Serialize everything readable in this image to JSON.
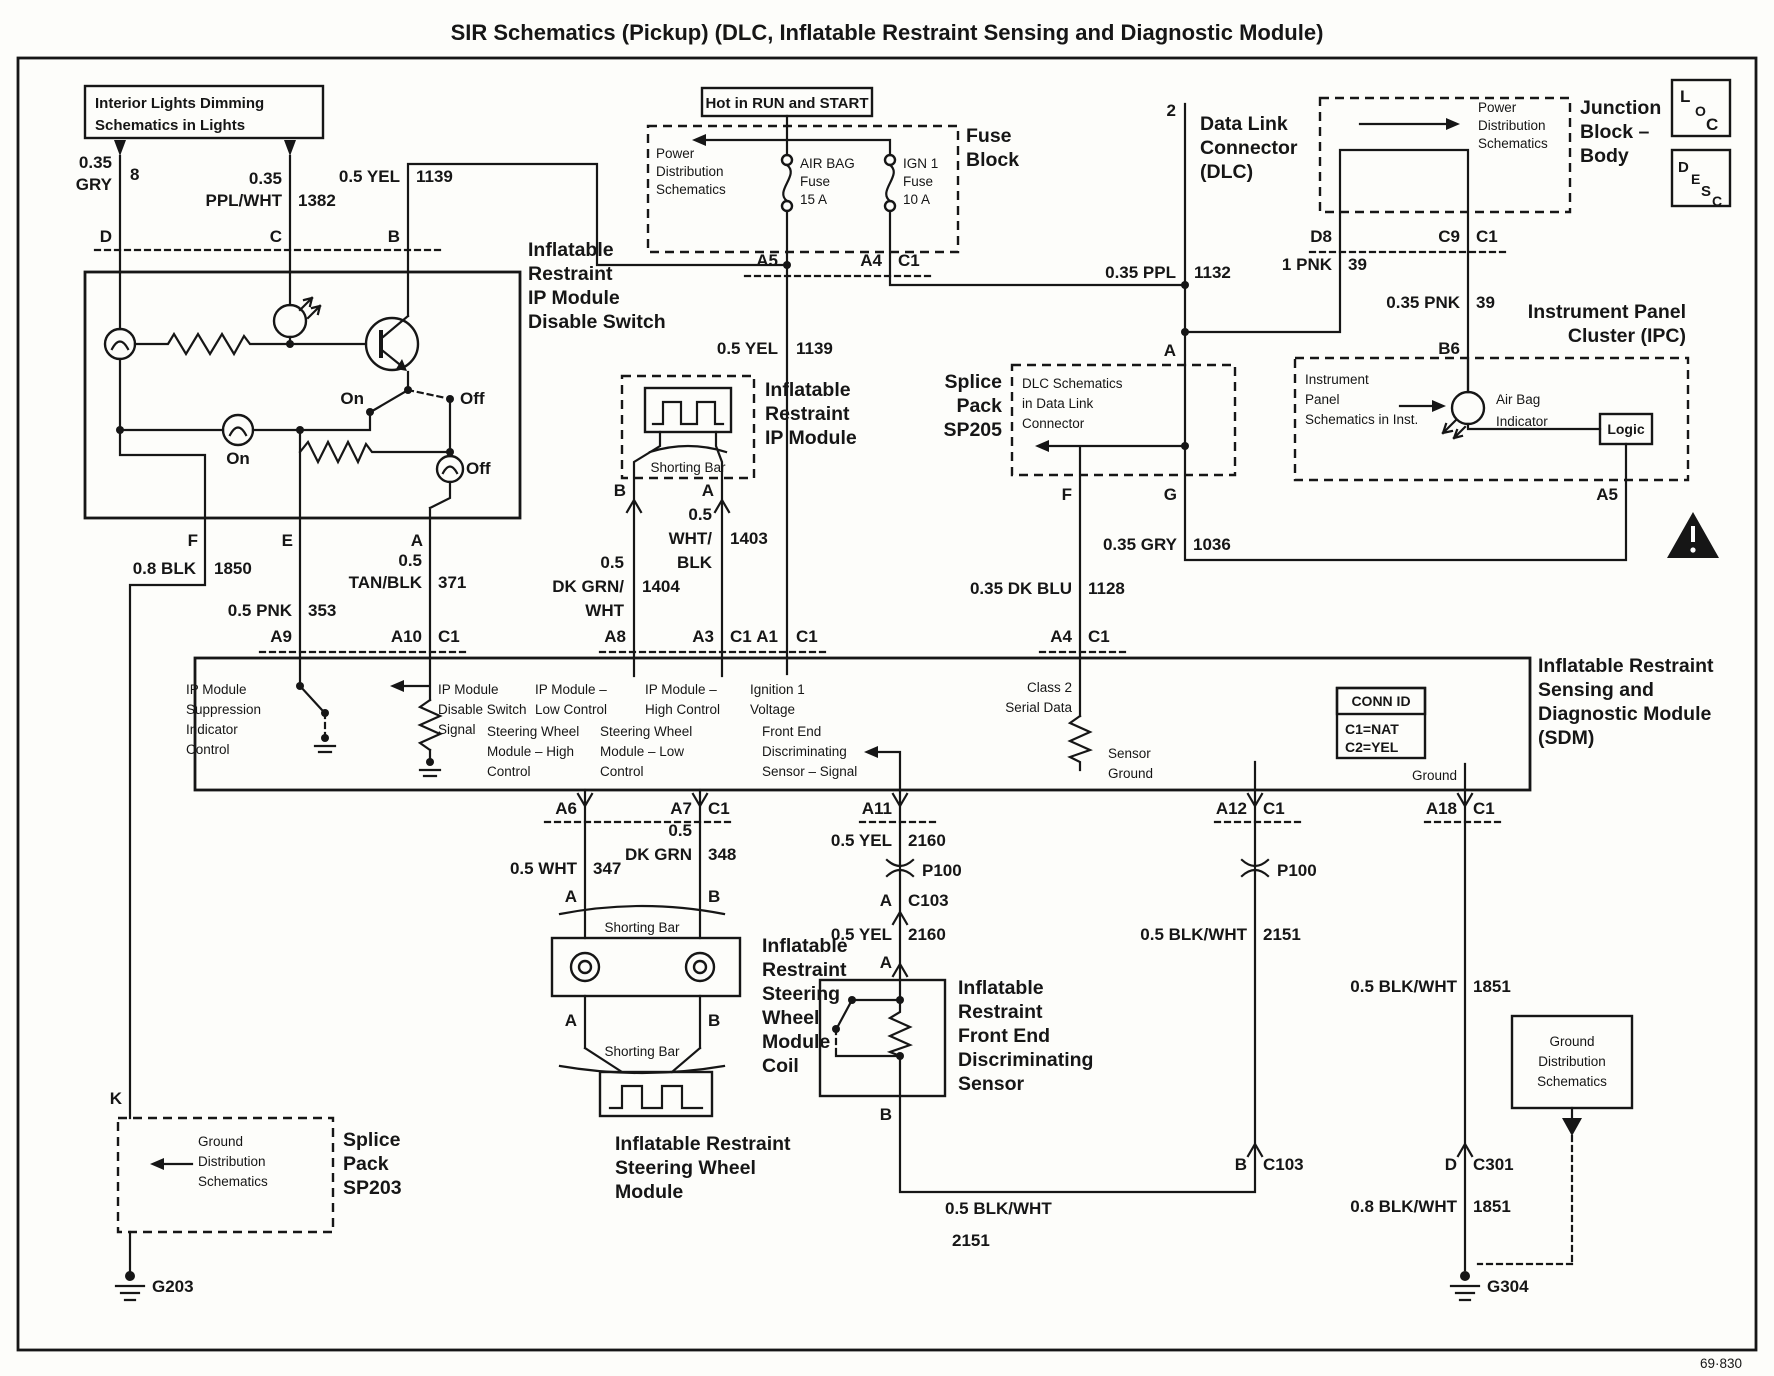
{
  "title": "SIR Schematics (Pickup) (DLC, Inflatable Restraint Sensing and Diagnostic Module)",
  "page_code": "69·830",
  "badges": {
    "loc": [
      "L",
      "O",
      "C"
    ],
    "desc": [
      "D",
      "E",
      "S",
      "C"
    ]
  },
  "notes": {
    "interior_lights": [
      "Interior Lights Dimming",
      "Schematics in Lights"
    ],
    "hot": "Hot in RUN and START",
    "power_dist": [
      "Power",
      "Distribution",
      "Schematics"
    ],
    "ground_dist": [
      "Ground",
      "Distribution",
      "Schematics"
    ],
    "splice205_note": [
      "DLC Schematics",
      "in Data Link",
      "Connector"
    ],
    "ipc_note": [
      "Instrument",
      "Panel",
      "Schematics in Inst."
    ]
  },
  "components": {
    "disable_switch": [
      "Inflatable",
      "Restraint",
      "IP Module",
      "Disable Switch"
    ],
    "ip_module": [
      "Inflatable",
      "Restraint",
      "IP Module"
    ],
    "fuse_block": [
      "Fuse",
      "Block"
    ],
    "fuse_airbag": [
      "AIR BAG",
      "Fuse",
      "15 A"
    ],
    "fuse_ign": [
      "IGN 1",
      "Fuse",
      "10 A"
    ],
    "dlc": [
      "Data Link",
      "Connector",
      "(DLC)"
    ],
    "junction_block": [
      "Junction",
      "Block –",
      "Body"
    ],
    "splice205": [
      "Splice",
      "Pack",
      "SP205"
    ],
    "splice203": [
      "Splice",
      "Pack",
      "SP203"
    ],
    "ipc": [
      "Instrument Panel",
      "Cluster (IPC)"
    ],
    "airbag_indicator": [
      "Air Bag",
      "Indicator"
    ],
    "logic": "Logic",
    "sdm": [
      "Inflatable Restraint",
      "Sensing and",
      "Diagnostic Module",
      "(SDM)"
    ],
    "conn_id": [
      "CONN ID",
      "C1=NAT",
      "C2=YEL"
    ],
    "coil": [
      "Inflatable",
      "Restraint",
      "Steering",
      "Wheel",
      "Module",
      "Coil"
    ],
    "swm": [
      "Inflatable Restraint",
      "Steering Wheel",
      "Module"
    ],
    "sensor": [
      "Inflatable",
      "Restraint",
      "Front End",
      "Discriminating",
      "Sensor"
    ],
    "shorting_bar": "Shorting Bar"
  },
  "sdm_pins": {
    "suppression": [
      "IP Module",
      "Suppression",
      "Indicator",
      "Control"
    ],
    "disable_signal": [
      "IP Module",
      "Disable Switch",
      "Signal"
    ],
    "low": [
      "IP Module –",
      "Low Control"
    ],
    "high": [
      "IP Module –",
      "High Control"
    ],
    "ignition": [
      "Ignition 1",
      "Voltage"
    ],
    "class2": [
      "Class 2",
      "Serial Data"
    ],
    "sw_high": [
      "Steering Wheel",
      "Module – High",
      "Control"
    ],
    "sw_low": [
      "Steering Wheel",
      "Module – Low",
      "Control"
    ],
    "front_end": [
      "Front End",
      "Discriminating",
      "Sensor – Signal"
    ],
    "sensor_ground": [
      "Sensor",
      "Ground"
    ],
    "ground": "Ground"
  },
  "wires": {
    "gry": {
      "size": "0.35",
      "color": "GRY",
      "num": "8"
    },
    "pplwht": {
      "size": "0.35",
      "color": "PPL/WHT",
      "num": "1382"
    },
    "yel1139": {
      "name": "0.5 YEL",
      "num": "1139"
    },
    "blk1850": {
      "name": "0.8 BLK",
      "num": "1850"
    },
    "tanblk": {
      "size": "0.5",
      "color": "TAN/BLK",
      "num": "371"
    },
    "pnk353": {
      "name": "0.5 PNK",
      "num": "353"
    },
    "whtblk": {
      "size": "0.5",
      "c1": "WHT/",
      "c2": "BLK",
      "num": "1403"
    },
    "dkgrnwht": {
      "size": "0.5",
      "c1": "DK GRN/",
      "c2": "WHT",
      "num": "1404"
    },
    "ppl1132": {
      "name": "0.35 PPL",
      "num": "1132"
    },
    "pnk39": {
      "name": "1 PNK",
      "num": "39"
    },
    "pnk39s": {
      "name": "0.35 PNK",
      "num": "39"
    },
    "gry1036": {
      "name": "0.35 GRY",
      "num": "1036"
    },
    "dkblu1128": {
      "name": "0.35 DK BLU",
      "num": "1128"
    },
    "wht347": {
      "name": "0.5 WHT",
      "num": "347"
    },
    "dkgrn348": {
      "size": "0.5",
      "color": "DK GRN",
      "num": "348"
    },
    "yel2160": {
      "name": "0.5 YEL",
      "num": "2160"
    },
    "blkwht2151": {
      "name": "0.5 BLK/WHT",
      "num": "2151"
    },
    "blkwht1851": {
      "name": "0.5 BLK/WHT",
      "num": "1851"
    },
    "blkwht1851b": {
      "name": "0.8 BLK/WHT",
      "num": "1851"
    }
  },
  "pins": {
    "d": "D",
    "c": "C",
    "b": "B",
    "f": "F",
    "e": "E",
    "a": "A",
    "k": "K",
    "g": "G",
    "two": "2",
    "a1": "A1",
    "a3": "A3",
    "a4": "A4",
    "a5": "A5",
    "a6": "A6",
    "a7": "A7",
    "a8": "A8",
    "a9": "A9",
    "a10": "A10",
    "a11": "A11",
    "a12": "A12",
    "a18": "A18",
    "b6": "B6",
    "c1": "C1",
    "c9": "C9",
    "d8": "D8",
    "c103": "C103",
    "c301": "C301"
  },
  "switch": {
    "on": "On",
    "off": "Off"
  },
  "grounds": {
    "g203": "G203",
    "g304": "G304"
  },
  "inline_conn": {
    "p100": "P100"
  }
}
